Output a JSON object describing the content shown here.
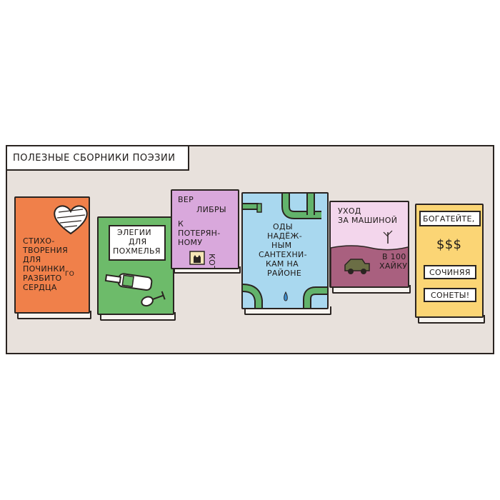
{
  "caption": "ПОЛЕЗНЫЕ СБОРНИКИ ПОЭЗИИ",
  "books": {
    "book1": {
      "lines": [
        "СТИХО-",
        "ТВОРЕНИЯ",
        "ДЛЯ",
        "ПОЧИНКИ",
        "РАЗБИТО",
        "СЕРДЦА"
      ],
      "superscript": "ГО",
      "color": "#f0804a"
    },
    "book2": {
      "lines": [
        "ЭЛЕГИИ",
        "ДЛЯ",
        "ПОХМЕЛЬЯ"
      ],
      "color": "#6dbb6a"
    },
    "book3": {
      "top": "ВЕР",
      "top2": "ЛИБРЫ",
      "lines": [
        "К",
        "ПОТЕРЯН-",
        "НОМУ"
      ],
      "side": "КОТУ",
      "color": "#d9a8dc"
    },
    "book4": {
      "lines": [
        "ОДЫ",
        "НАДЁЖ-",
        "НЫМ",
        "САНТЕХНИ-",
        "КАМ НА",
        "РАЙОНЕ"
      ],
      "color": "#a9d8ef"
    },
    "book5": {
      "lines": [
        "УХОД",
        "ЗА МАШИНОЙ"
      ],
      "sub": [
        "В 100",
        "ХАЙКУ"
      ],
      "color": "#f3d6ec"
    },
    "book6": {
      "line1": "БОГАТЕЙТЕ,",
      "money": "$$$",
      "line2": "СОЧИНЯЯ",
      "line3": "СОНЕТЫ!",
      "color": "#fbd575"
    }
  }
}
